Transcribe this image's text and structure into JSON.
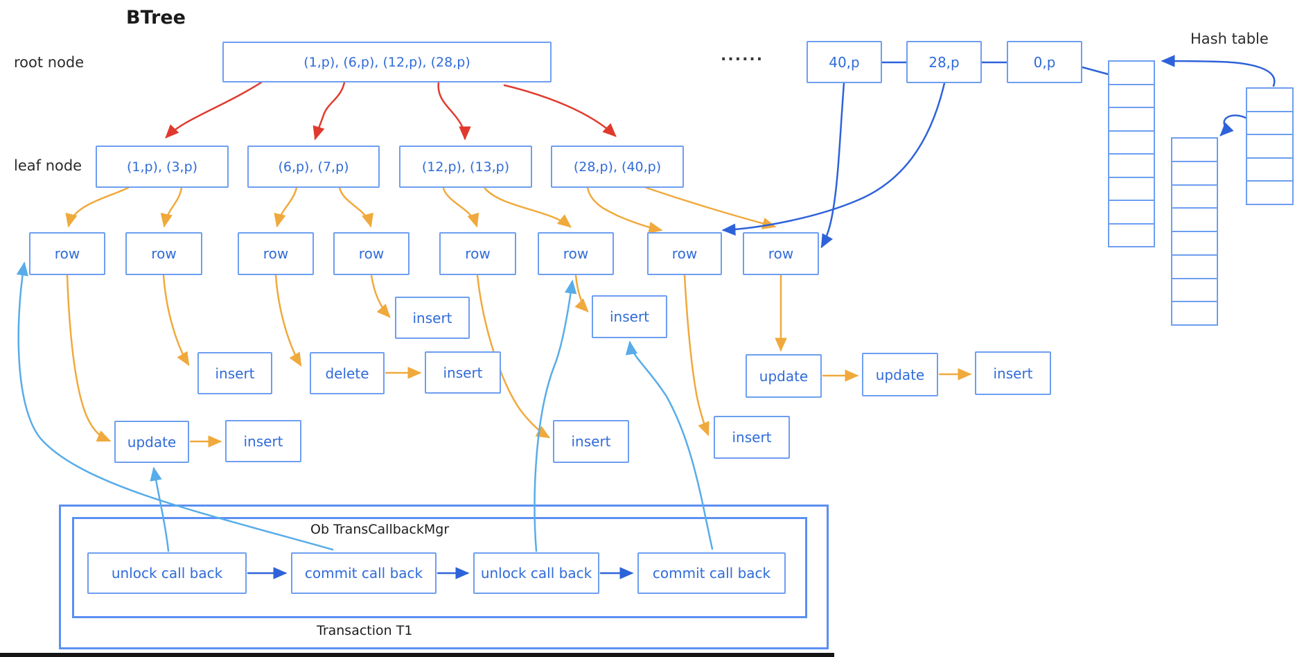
{
  "title": "BTree",
  "labels": {
    "root_node": "root node",
    "leaf_node": "leaf node",
    "hash_table": "Hash table",
    "ellipsis": "......"
  },
  "btree": {
    "root": "(1,p), (6,p), (12,p), (28,p)",
    "leaves": [
      "(1,p), (3,p)",
      "(6,p), (7,p)",
      "(12,p), (13,p)",
      "(28,p), (40,p)"
    ]
  },
  "page_chain": [
    "40,p",
    "28,p",
    "0,p"
  ],
  "rows": [
    "row",
    "row",
    "row",
    "row",
    "row",
    "row",
    "row",
    "row"
  ],
  "ops": {
    "ins4": "insert",
    "ins6": "insert",
    "ins2": "insert",
    "del3": "delete",
    "ins3b": "insert",
    "updL": "update",
    "insL": "insert",
    "ins5": "insert",
    "ins7": "insert",
    "upd1": "update",
    "upd2": "update",
    "insR": "insert"
  },
  "transaction": {
    "mgr_label": "Ob TransCallbackMgr",
    "t1_label": "Transaction T1",
    "callbacks": [
      "unlock call back",
      "commit call back",
      "unlock call back",
      "commit call back"
    ]
  },
  "hash_table": {
    "columns": [
      {
        "cells": 8
      },
      {
        "cells": 8
      },
      {
        "cells": 5
      }
    ]
  },
  "colors": {
    "box_border": "#6D9EF1",
    "box_text": "#2F6BD9",
    "arrow_red": "#E03A2E",
    "arrow_orange": "#F0A93C",
    "arrow_cyan": "#57ACE9",
    "arrow_blue": "#2E62D9"
  }
}
